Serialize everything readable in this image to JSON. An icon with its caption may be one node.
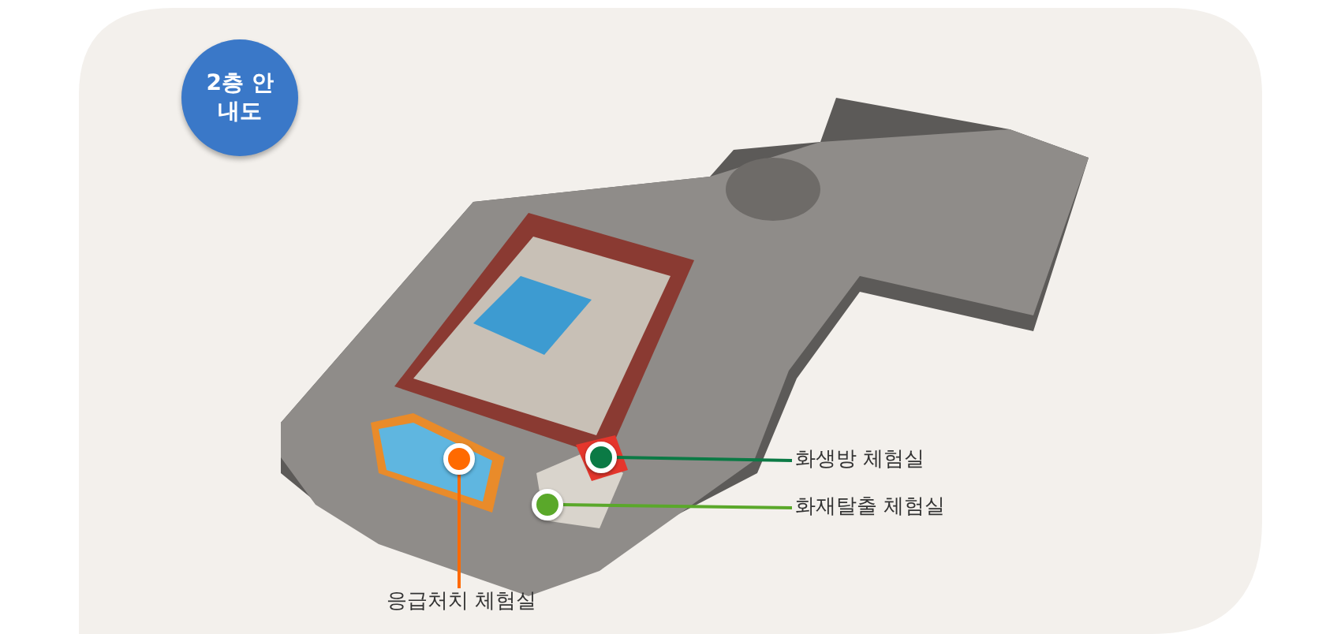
{
  "diagram": {
    "nodes": [
      {
        "text": [
          "2층 안내도"
        ]
      },
      {
        "text": [
          "화생방 체험실"
        ]
      },
      {
        "text": [
          "화재탈출 체험실"
        ]
      },
      {
        "text": [
          "응급처치 체험실"
        ]
      },
      {
        "text": [],
        "shape": "circle"
      },
      {
        "text": [],
        "shape": "circle"
      },
      {
        "text": [],
        "shape": "circle"
      }
    ],
    "edges": [
      {
        "from": 1,
        "to": 6,
        "arrow": "none",
        "color": "#0b7a45"
      },
      {
        "from": 2,
        "to": 5,
        "arrow": "none",
        "color": "#5aa82a"
      },
      {
        "from": 3,
        "to": 4,
        "arrow": "none",
        "color": "#ff6a00"
      }
    ]
  }
}
